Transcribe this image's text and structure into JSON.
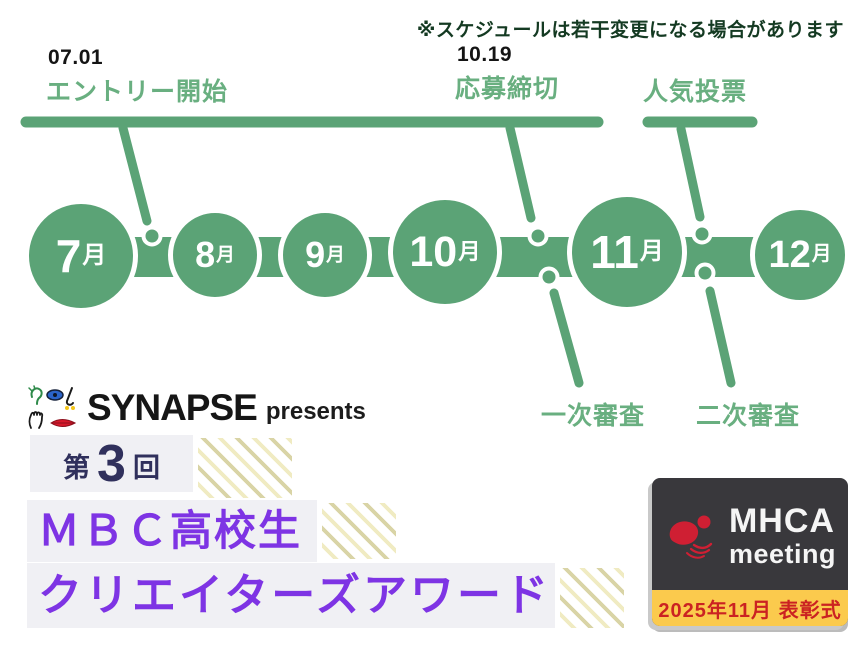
{
  "note": "※スケジュールは若干変更になる場合があります",
  "timeline": {
    "months": [
      {
        "num": "7",
        "suffix": "月"
      },
      {
        "num": "8",
        "suffix": "月"
      },
      {
        "num": "9",
        "suffix": "月"
      },
      {
        "num": "10",
        "suffix": "月"
      },
      {
        "num": "11",
        "suffix": "月"
      },
      {
        "num": "12",
        "suffix": "月"
      }
    ],
    "milestones": {
      "entry": {
        "date": "07.01",
        "label": "エントリー開始"
      },
      "deadline": {
        "date": "10.19",
        "label": "応募締切"
      },
      "vote": {
        "label": "人気投票"
      },
      "first_review": {
        "label": "一次審査"
      },
      "second_review": {
        "label": "二次審査"
      }
    }
  },
  "branding": {
    "presenter": "SYNAPSE",
    "presents": "presents",
    "edition": {
      "prefix": "第",
      "number": "3",
      "suffix": "回"
    },
    "title_line1": "ＭＢＣ高校生",
    "title_line2": "クリエイターズアワード"
  },
  "badge": {
    "org": "MHCA",
    "sub": "meeting",
    "date_label": "2025年11月  表彰式"
  },
  "colors": {
    "timeline_green": "#5ba376",
    "label_green": "#69af80",
    "note_green": "#143a22",
    "title_purple": "#7e34e4",
    "edition_navy": "#30305c",
    "box_gray": "#f0f0f4",
    "badge_dark": "#39383c",
    "badge_yellow": "#fbca4d",
    "badge_red": "#cf1f33"
  }
}
